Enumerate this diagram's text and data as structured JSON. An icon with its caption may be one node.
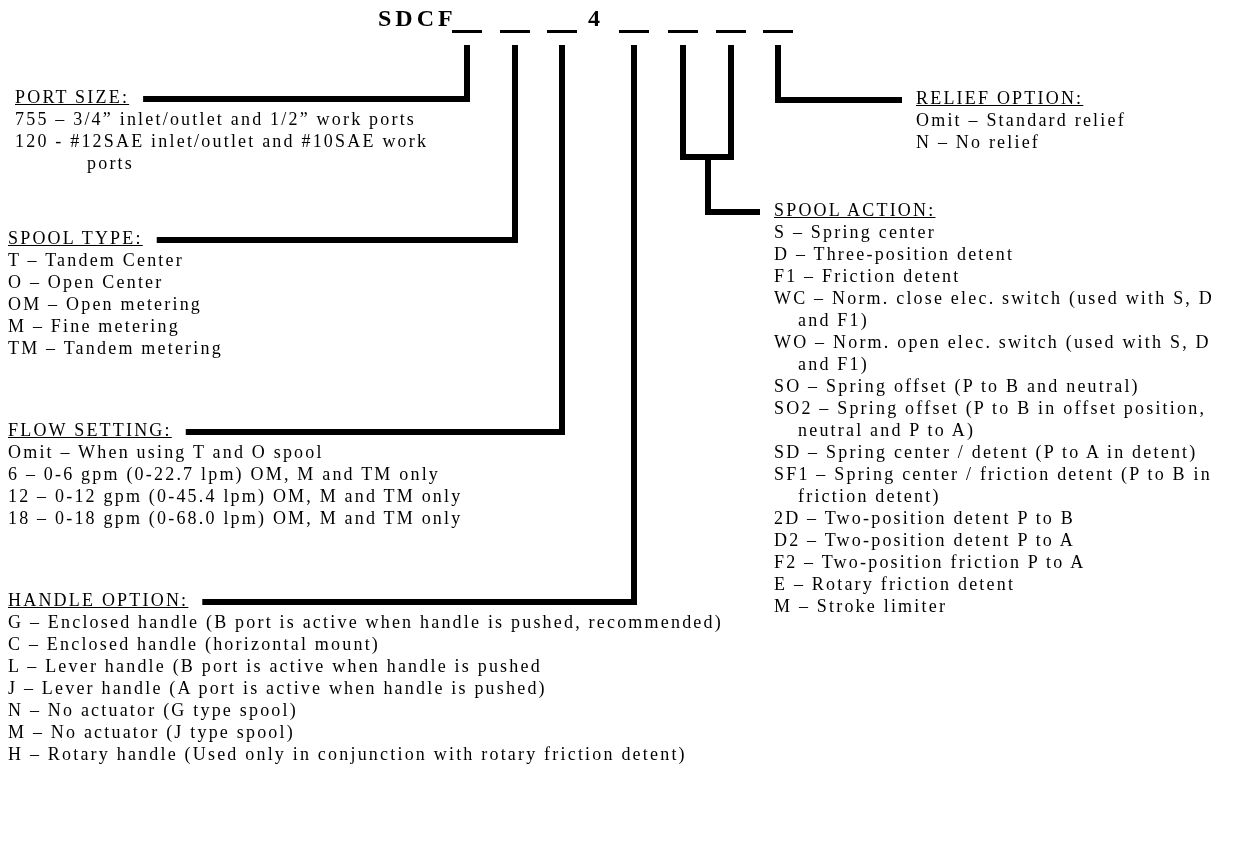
{
  "diagram": {
    "nodes": [
      {
        "text": [],
        "shape": "bar"
      },
      {
        "text": [],
        "shape": "bar"
      },
      {
        "text": [],
        "shape": "bar"
      },
      {
        "text": [],
        "shape": "bar"
      },
      {
        "text": [],
        "shape": "bar"
      },
      {
        "text": [],
        "shape": "bar"
      },
      {
        "text": [],
        "shape": "bar"
      },
      {
        "text": [
          "PORT SIZE:",
          "755 – 3/4” inlet/outlet and 1/2” work ports",
          "120 - #12SAE inlet/outlet and #10SAE work ports"
        ]
      },
      {
        "text": [
          "SPOOL TYPE:",
          "T – Tandem Center",
          "O – Open Center",
          "OM – Open metering",
          "M – Fine metering",
          "TM – Tandem metering"
        ]
      },
      {
        "text": [
          "FLOW SETTING:",
          "Omit – When using T and O spool",
          "6 – 0-6 gpm (0-22.7 lpm) OM, M and TM only",
          "12 – 0-12 gpm (0-45.4 lpm) OM, M and TM only",
          "18 – 0-18 gpm (0-68.0 lpm) OM, M and TM only"
        ]
      },
      {
        "text": [
          "HANDLE OPTION:",
          "G – Enclosed handle (B port is active when handle is pushed, recommended)",
          "C – Enclosed handle (horizontal mount)",
          "L – Lever handle (B port is active when handle is pushed",
          "J – Lever handle (A port is active when handle is pushed)",
          "N – No actuator (G type spool)",
          "M – No actuator (J type spool)",
          "H – Rotary handle (Used only in conjunction with rotary friction detent)"
        ]
      },
      {
        "text": [
          "SPOOL ACTION:",
          "S – Spring center",
          "D – Three-position detent",
          "F1 – Friction detent",
          "WC – Norm. close elec. switch (used with S, D and F1)",
          "WO – Norm. open elec. switch (used with S, D and F1)",
          "SO – Spring offset (P to B and neutral)",
          "SO2 – Spring offset (P to B in offset position, neutral and P to A)",
          "SD – Spring center / detent (P to A in detent)",
          "SF1 – Spring center / friction detent (P to B in friction detent)",
          "2D – Two-position detent P to B",
          "D2 – Two-position detent P to A",
          "F2 – Two-position friction P to A",
          "E – Rotary friction detent",
          "M – Stroke limiter"
        ]
      },
      {
        "text": [
          "RELIEF OPTION:",
          "Omit – Standard relief",
          "N – No relief"
        ]
      }
    ],
    "edges": [
      {
        "from": 0,
        "to": 7,
        "arrow": "none"
      },
      {
        "from": 1,
        "to": 8,
        "arrow": "none"
      },
      {
        "from": 2,
        "to": 9,
        "arrow": "none"
      },
      {
        "from": 3,
        "to": 10,
        "arrow": "none"
      },
      {
        "from": 4,
        "to": 11,
        "arrow": "none"
      },
      {
        "from": 5,
        "to": 11,
        "arrow": "none"
      },
      {
        "from": 6,
        "to": 12,
        "arrow": "none"
      }
    ],
    "labels": [
      "SDCF",
      "4"
    ]
  }
}
